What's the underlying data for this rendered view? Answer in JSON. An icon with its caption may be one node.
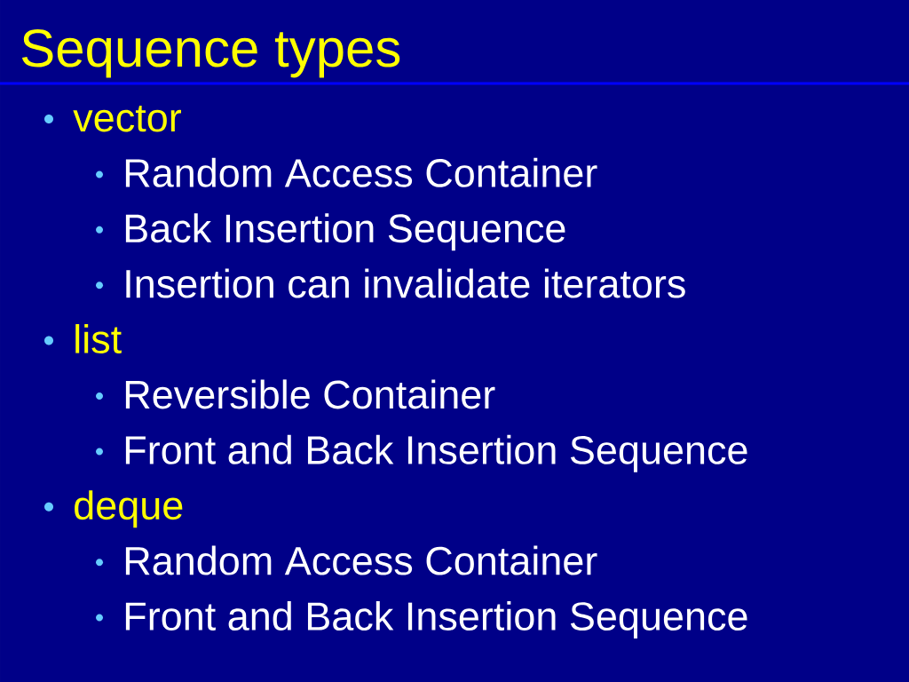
{
  "diagram": {
    "title": "Sequence types",
    "labels": [
      "vector",
      "Random Access Container",
      "Back Insertion Sequence",
      "Insertion can invalidate iterators",
      "list",
      "Reversible Container",
      "Front and Back Insertion Sequence",
      "deque",
      "Random Access Container",
      "Front and Back Insertion Sequence"
    ]
  }
}
